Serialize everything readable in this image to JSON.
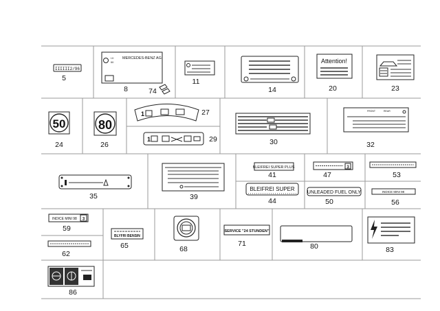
{
  "parts": [
    {
      "id": "5",
      "number": "5"
    },
    {
      "id": "8",
      "number": "8",
      "brand_text": "MERCEDES-BENZ AG"
    },
    {
      "id": "74",
      "number": "74"
    },
    {
      "id": "11",
      "number": "11"
    },
    {
      "id": "14",
      "number": "14"
    },
    {
      "id": "20",
      "number": "20",
      "heading": "Attention!"
    },
    {
      "id": "23",
      "number": "23"
    },
    {
      "id": "24",
      "number": "24",
      "speed": "50"
    },
    {
      "id": "26",
      "number": "26",
      "speed": "80"
    },
    {
      "id": "27",
      "number": "27"
    },
    {
      "id": "29",
      "number": "29"
    },
    {
      "id": "30",
      "number": "30"
    },
    {
      "id": "32",
      "number": "32"
    },
    {
      "id": "35",
      "number": "35"
    },
    {
      "id": "39",
      "number": "39"
    },
    {
      "id": "41",
      "number": "41",
      "text": "BLEIFREI SUPER PLUS"
    },
    {
      "id": "44",
      "number": "44",
      "text": "BLEIFREI SUPER"
    },
    {
      "id": "47",
      "number": "47"
    },
    {
      "id": "50",
      "number": "50",
      "text": "UNLEADED FUEL ONLY"
    },
    {
      "id": "53",
      "number": "53"
    },
    {
      "id": "56",
      "number": "56",
      "text": "INDICE MINI 98"
    },
    {
      "id": "59",
      "number": "59",
      "text": "INDICE MINI 98"
    },
    {
      "id": "62",
      "number": "62"
    },
    {
      "id": "65",
      "number": "65",
      "text_line1": "BLYFRI BENSIN"
    },
    {
      "id": "68",
      "number": "68"
    },
    {
      "id": "71",
      "number": "71",
      "text": "SERVICE \"24 STUNDEN\""
    },
    {
      "id": "80",
      "number": "80"
    },
    {
      "id": "83",
      "number": "83"
    },
    {
      "id": "86",
      "number": "86"
    }
  ]
}
